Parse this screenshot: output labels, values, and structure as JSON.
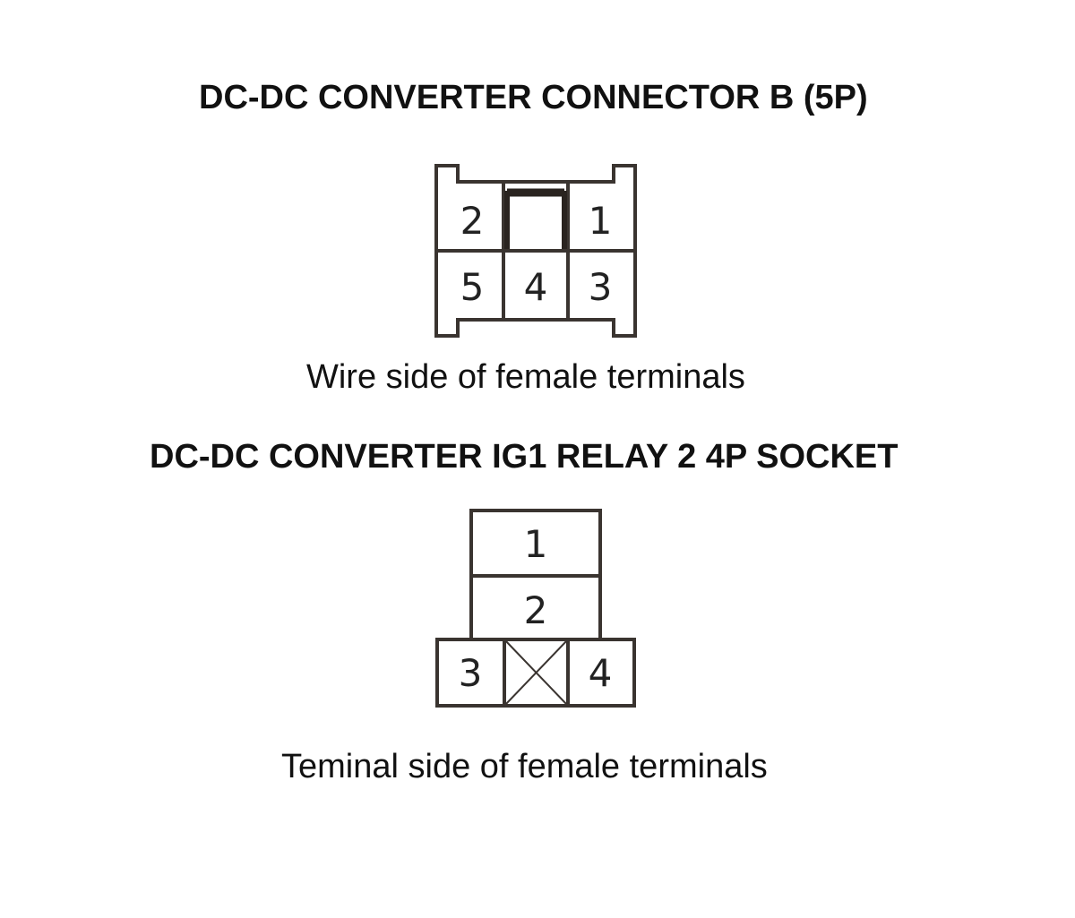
{
  "connector_b": {
    "title": "DC-DC CONVERTER CONNECTOR B (5P)",
    "caption": "Wire side of female terminals",
    "terminals": [
      "1",
      "2",
      "3",
      "4",
      "5"
    ]
  },
  "relay_socket": {
    "title": "DC-DC CONVERTER IG1 RELAY 2 4P SOCKET",
    "caption": "Teminal side of female terminals",
    "terminals": [
      "1",
      "2",
      "3",
      "4"
    ]
  },
  "colors": {
    "line": "#3a3430",
    "text": "#111111"
  }
}
